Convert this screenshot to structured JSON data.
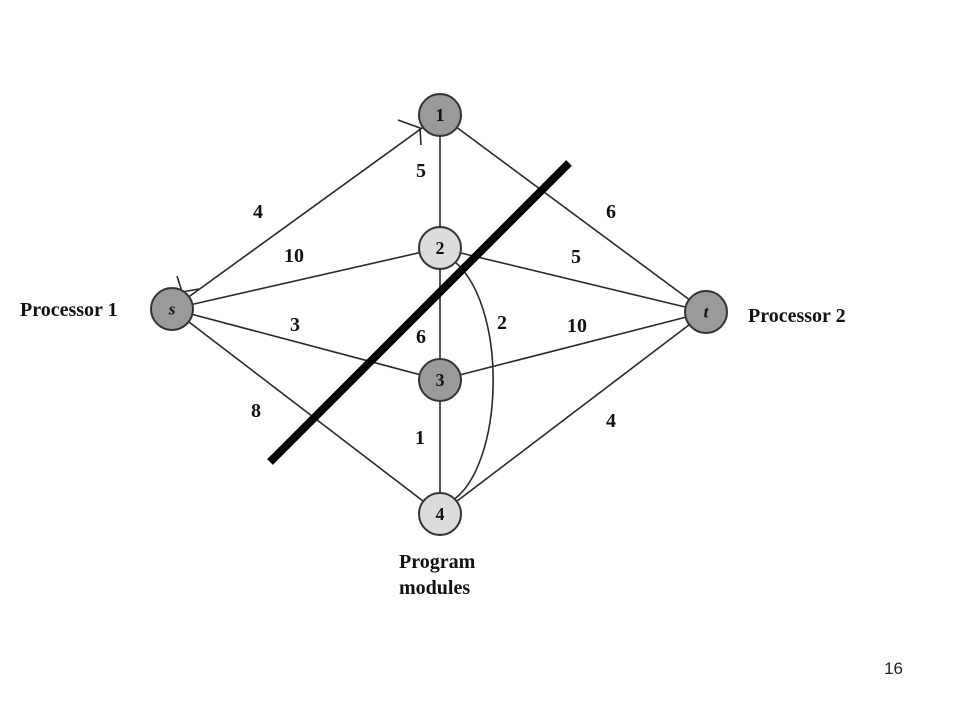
{
  "diagram": {
    "processor1_label": "Processor 1",
    "processor2_label": "Processor 2",
    "modules_caption_line1": "Program",
    "modules_caption_line2": "modules",
    "nodes": {
      "s": "s",
      "t": "t",
      "n1": "1",
      "n2": "2",
      "n3": "3",
      "n4": "4"
    },
    "edges": {
      "s_1": "4",
      "s_2": "10",
      "s_3": "3",
      "s_4": "8",
      "n1_n2": "5",
      "n1_t": "6",
      "n2_t": "5",
      "n2_3": "6",
      "n2_4": "2",
      "n3_t": "10",
      "n3_4": "1",
      "n4_t": "4"
    }
  },
  "page_number": "16"
}
